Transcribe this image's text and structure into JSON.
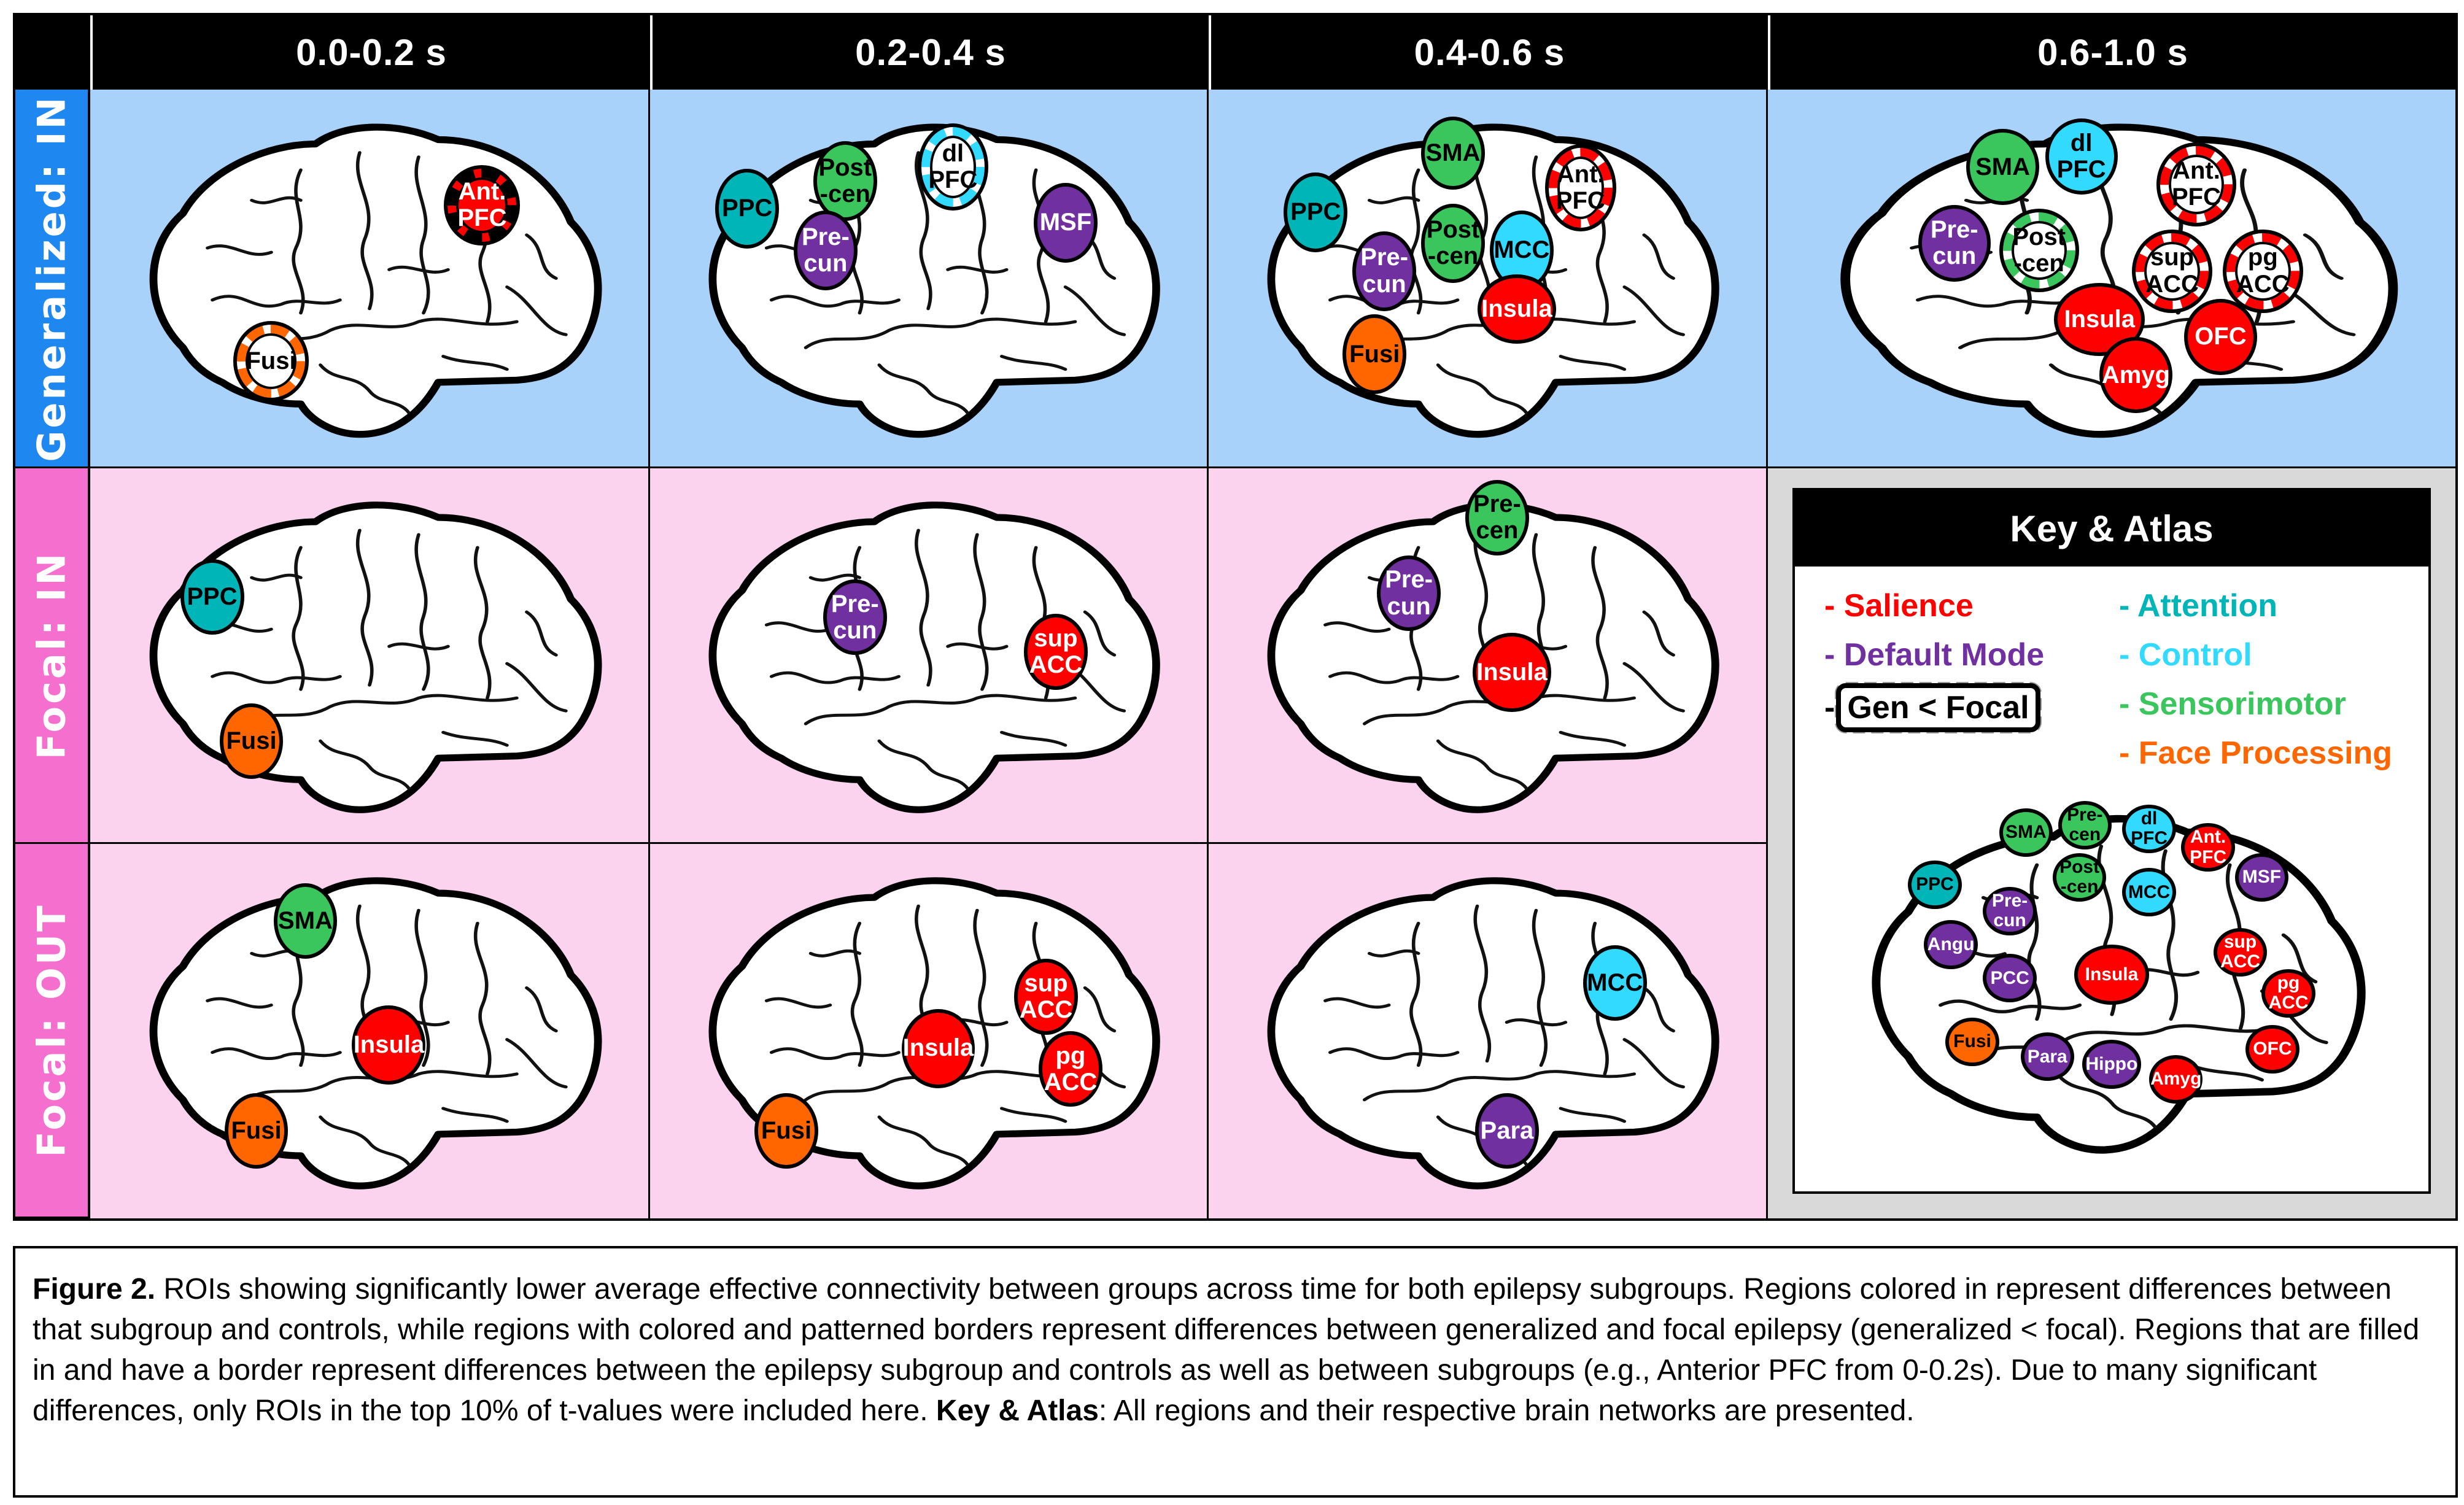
{
  "figure": {
    "columns": [
      "0.0-0.2 s",
      "0.2-0.4 s",
      "0.4-0.6 s",
      "0.6-1.0 s"
    ],
    "rows": [
      "Generalized: IN",
      "Focal: IN",
      "Focal: OUT"
    ],
    "colors": {
      "salience": "#fe0000",
      "default_mode": "#7030a0",
      "attention": "#00b5b8",
      "control": "#33daff",
      "sensorimotor": "#3ac65c",
      "face_processing": "#ff6600",
      "generalized_row": "#1f87f0",
      "focal_row": "#f56fcf"
    },
    "cells": {
      "gen_in_0": [
        {
          "label": "Ant.\nPFC",
          "network": "salience",
          "style": "filled+border"
        },
        {
          "label": "Fusi",
          "network": "face_processing",
          "style": "border"
        }
      ],
      "gen_in_1": [
        {
          "label": "PPC",
          "network": "attention",
          "style": "filled"
        },
        {
          "label": "Post\n-cen",
          "network": "sensorimotor",
          "style": "filled"
        },
        {
          "label": "dl\nPFC",
          "network": "control",
          "style": "border"
        },
        {
          "label": "Pre-\ncun",
          "network": "default_mode",
          "style": "filled"
        },
        {
          "label": "MSF",
          "network": "default_mode",
          "style": "filled"
        }
      ],
      "gen_in_2": [
        {
          "label": "SMA",
          "network": "sensorimotor",
          "style": "filled"
        },
        {
          "label": "PPC",
          "network": "attention",
          "style": "filled"
        },
        {
          "label": "Post\n-cen",
          "network": "sensorimotor",
          "style": "filled"
        },
        {
          "label": "Ant.\nPFC",
          "network": "salience",
          "style": "border"
        },
        {
          "label": "MCC",
          "network": "control",
          "style": "filled"
        },
        {
          "label": "Pre-\ncun",
          "network": "default_mode",
          "style": "filled"
        },
        {
          "label": "Insula",
          "network": "salience",
          "style": "filled"
        },
        {
          "label": "Fusi",
          "network": "face_processing",
          "style": "filled"
        }
      ],
      "gen_in_3": [
        {
          "label": "SMA",
          "network": "sensorimotor",
          "style": "filled"
        },
        {
          "label": "dl\nPFC",
          "network": "control",
          "style": "filled"
        },
        {
          "label": "Ant.\nPFC",
          "network": "salience",
          "style": "border"
        },
        {
          "label": "Pre-\ncun",
          "network": "default_mode",
          "style": "filled"
        },
        {
          "label": "Post\n-cen",
          "network": "sensorimotor",
          "style": "border"
        },
        {
          "label": "sup\nACC",
          "network": "salience",
          "style": "border"
        },
        {
          "label": "pg\nACC",
          "network": "salience",
          "style": "border"
        },
        {
          "label": "Insula",
          "network": "salience",
          "style": "filled"
        },
        {
          "label": "OFC",
          "network": "salience",
          "style": "filled"
        },
        {
          "label": "Amyg",
          "network": "salience",
          "style": "filled"
        }
      ],
      "focal_in_0": [
        {
          "label": "PPC",
          "network": "attention",
          "style": "filled"
        },
        {
          "label": "Fusi",
          "network": "face_processing",
          "style": "filled"
        }
      ],
      "focal_in_1": [
        {
          "label": "Pre-\ncun",
          "network": "default_mode",
          "style": "filled"
        },
        {
          "label": "sup\nACC",
          "network": "salience",
          "style": "filled"
        }
      ],
      "focal_in_2": [
        {
          "label": "Pre-\ncen",
          "network": "sensorimotor",
          "style": "filled"
        },
        {
          "label": "Pre-\ncun",
          "network": "default_mode",
          "style": "filled"
        },
        {
          "label": "Insula",
          "network": "salience",
          "style": "filled"
        }
      ],
      "focal_out_0": [
        {
          "label": "SMA",
          "network": "sensorimotor",
          "style": "filled"
        },
        {
          "label": "Insula",
          "network": "salience",
          "style": "filled"
        },
        {
          "label": "Fusi",
          "network": "face_processing",
          "style": "filled"
        }
      ],
      "focal_out_1": [
        {
          "label": "sup\nACC",
          "network": "salience",
          "style": "filled"
        },
        {
          "label": "Insula",
          "network": "salience",
          "style": "filled"
        },
        {
          "label": "pg\nACC",
          "network": "salience",
          "style": "filled"
        },
        {
          "label": "Fusi",
          "network": "face_processing",
          "style": "filled"
        }
      ],
      "focal_out_2": [
        {
          "label": "MCC",
          "network": "control",
          "style": "filled"
        },
        {
          "label": "Para",
          "network": "default_mode",
          "style": "filled"
        }
      ]
    }
  },
  "key": {
    "title": "Key & Atlas",
    "legend": {
      "salience": "- Salience",
      "default_mode": "- Default Mode",
      "gen_focal_dash": "-",
      "gen_focal": "Gen < Focal",
      "attention": "- Attention",
      "control": "- Control",
      "sensorimotor": "- Sensorimotor",
      "face_processing": "- Face Processing"
    },
    "atlas": [
      {
        "label": "SMA",
        "network": "sensorimotor"
      },
      {
        "label": "Pre-\ncen",
        "network": "sensorimotor"
      },
      {
        "label": "dl\nPFC",
        "network": "control"
      },
      {
        "label": "Ant.\nPFC",
        "network": "salience"
      },
      {
        "label": "PPC",
        "network": "attention"
      },
      {
        "label": "Post\n-cen",
        "network": "sensorimotor"
      },
      {
        "label": "MCC",
        "network": "control"
      },
      {
        "label": "MSF",
        "network": "default_mode"
      },
      {
        "label": "Pre-\ncun",
        "network": "default_mode"
      },
      {
        "label": "Angu",
        "network": "default_mode"
      },
      {
        "label": "sup\nACC",
        "network": "salience"
      },
      {
        "label": "PCC",
        "network": "default_mode"
      },
      {
        "label": "Insula",
        "network": "salience"
      },
      {
        "label": "pg\nACC",
        "network": "salience"
      },
      {
        "label": "OFC",
        "network": "salience"
      },
      {
        "label": "Fusi",
        "network": "face_processing"
      },
      {
        "label": "Para",
        "network": "default_mode"
      },
      {
        "label": "Hippo",
        "network": "default_mode"
      },
      {
        "label": "Amyg",
        "network": "salience"
      }
    ]
  },
  "caption": {
    "figure_label": "Figure 2.",
    "text_1": " ROIs showing significantly lower average effective connectivity between groups across time for both epilepsy subgroups. Regions colored in represent differences between that subgroup and controls, while regions with colored and patterned borders represent differences between generalized and focal epilepsy (generalized < focal). Regions that are filled in and have a border represent differences between the epilepsy subgroup and controls as well as between subgroups (e.g., Anterior PFC from 0-0.2s). Due to many significant differences, only ROIs in the top 10% of t-values were included here. ",
    "key_label": "Key & Atlas",
    "text_2": ": All regions and their respective brain networks are presented."
  }
}
